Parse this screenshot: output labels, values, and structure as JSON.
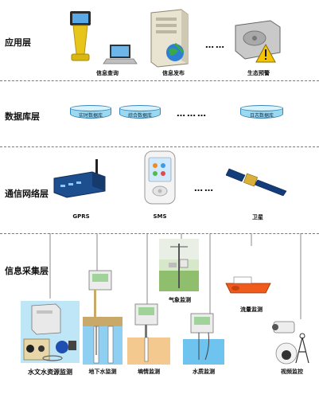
{
  "layers": {
    "application": "应用层",
    "database": "数据库层",
    "network": "通信网络层",
    "collection": "信息采集层"
  },
  "application": {
    "items": [
      "信息查询",
      "信息发布",
      "生态预警"
    ],
    "ellipsis": "……"
  },
  "database": {
    "items": [
      "实时数据库",
      "综合数据库",
      "日志数据库"
    ],
    "ellipsis": "………"
  },
  "network": {
    "items": [
      "GPRS",
      "SMS",
      "卫星"
    ],
    "ellipsis": "……"
  },
  "collection": {
    "items": [
      "水文水资源监测",
      "地下水监测",
      "墒情监测",
      "水质监测",
      "气象监测",
      "流量监测",
      "视频监控"
    ]
  },
  "colors": {
    "divider": "#7a7a7a",
    "database_fill": "#9ad9f0",
    "water": "#4fb4e8"
  }
}
